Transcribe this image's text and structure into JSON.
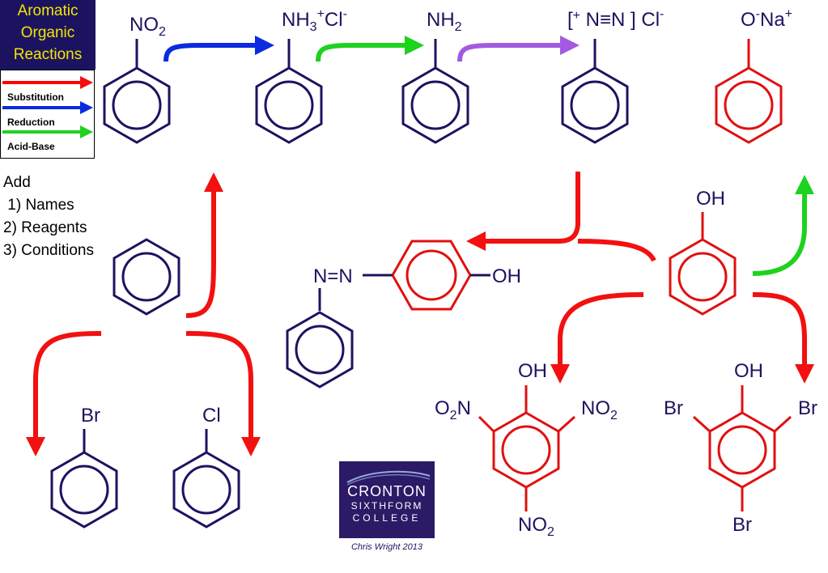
{
  "title_box": {
    "lines": [
      "Aromatic",
      "Organic",
      "Reactions"
    ]
  },
  "legend": [
    {
      "label": "Substitution",
      "color": "#ff0000"
    },
    {
      "label": "Reduction",
      "color": "#0a2be0"
    },
    {
      "label": "Acid-Base",
      "color": "#1ed21e"
    }
  ],
  "colors": {
    "dark": "#1c1360",
    "red": "#e01010",
    "arrow_red": "#f21010",
    "blue": "#0a2be0",
    "green": "#1ed21e",
    "purple": "#a35ae0"
  },
  "task": {
    "lines": [
      "Add",
      " 1) Names",
      "2) Reagents",
      "3) Conditions"
    ]
  },
  "molecules": {
    "nitrobenzene": {
      "substituent": "NO2"
    },
    "anilinium_chloride": {
      "substituent": "NH3+Cl-"
    },
    "aniline": {
      "substituent": "NH2"
    },
    "diazonium_chloride": {
      "substituent": "[+ N≡N ] Cl-"
    },
    "sodium_phenoxide": {
      "substituent": "O-Na+"
    },
    "benzene": {
      "substituent": ""
    },
    "bromobenzene": {
      "substituent": "Br"
    },
    "chlorobenzene": {
      "substituent": "Cl"
    },
    "azo_dye": {
      "azo_label": "N=N",
      "oh_label": "OH"
    },
    "phenol": {
      "substituent": "OH"
    },
    "trinitrophenol": {
      "oh": "OH",
      "left": "O2N",
      "right": "NO2",
      "bottom": "NO2"
    },
    "tribromophenol": {
      "oh": "OH",
      "left": "Br",
      "right": "Br",
      "bottom": "Br"
    }
  },
  "logo": {
    "line1": "CRONTON",
    "line2": "SIXTHFORM",
    "line3": "COLLEGE"
  },
  "author": "Chris Wright 2013"
}
